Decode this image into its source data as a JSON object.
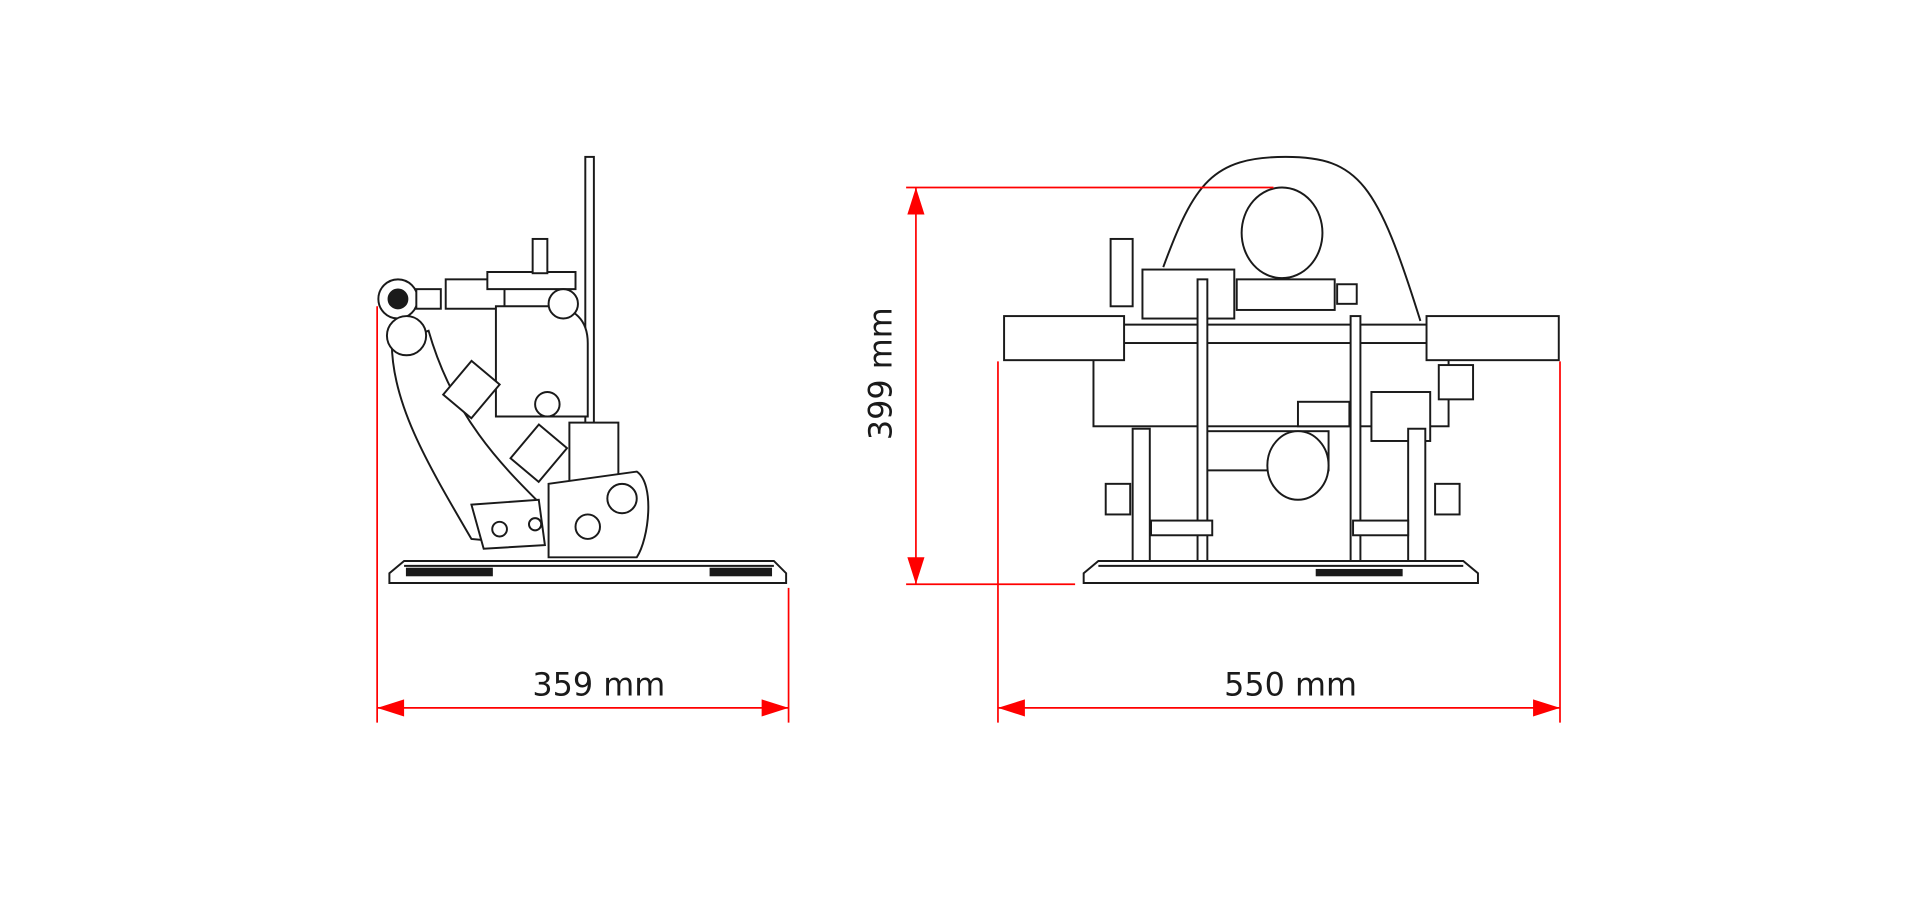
{
  "dimensions": {
    "side_width": "359 mm",
    "front_width": "550 mm",
    "height": "399 mm"
  },
  "colors": {
    "dimension_line": "#ff0000",
    "drawing_line": "#1a1a1a",
    "background": "#ffffff"
  }
}
